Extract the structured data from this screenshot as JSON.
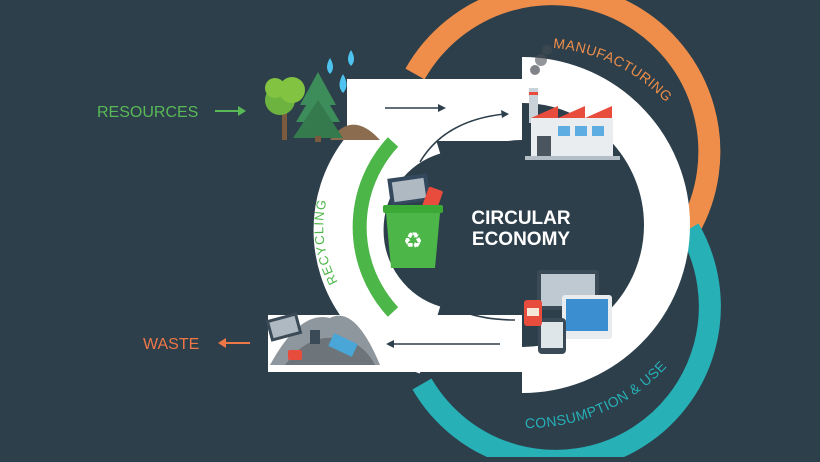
{
  "diagram": {
    "center_line1": "CIRCULAR",
    "center_line2": "ECONOMY",
    "stages": {
      "resources": "RESOURCES",
      "manufacturing": "MANUFACTURING",
      "consumption": "CONSUMPTION & USE",
      "recycling": "RECYCLING",
      "waste": "WASTE"
    },
    "colors": {
      "background": "#2d3f4b",
      "manufacturing": "#ee8e4a",
      "consumption": "#27b0b6",
      "recycling": "#4cb648",
      "resources_text": "#58b957",
      "waste_text": "#ee7747",
      "band": "#ffffff",
      "arrows": "#2d3f4b"
    },
    "icons": {
      "resources": "trees-icon",
      "water": "water-drops-icon",
      "factory": "factory-icon",
      "devices": "devices-icon",
      "bin": "recycling-bin-icon",
      "waste": "waste-pile-icon"
    }
  }
}
